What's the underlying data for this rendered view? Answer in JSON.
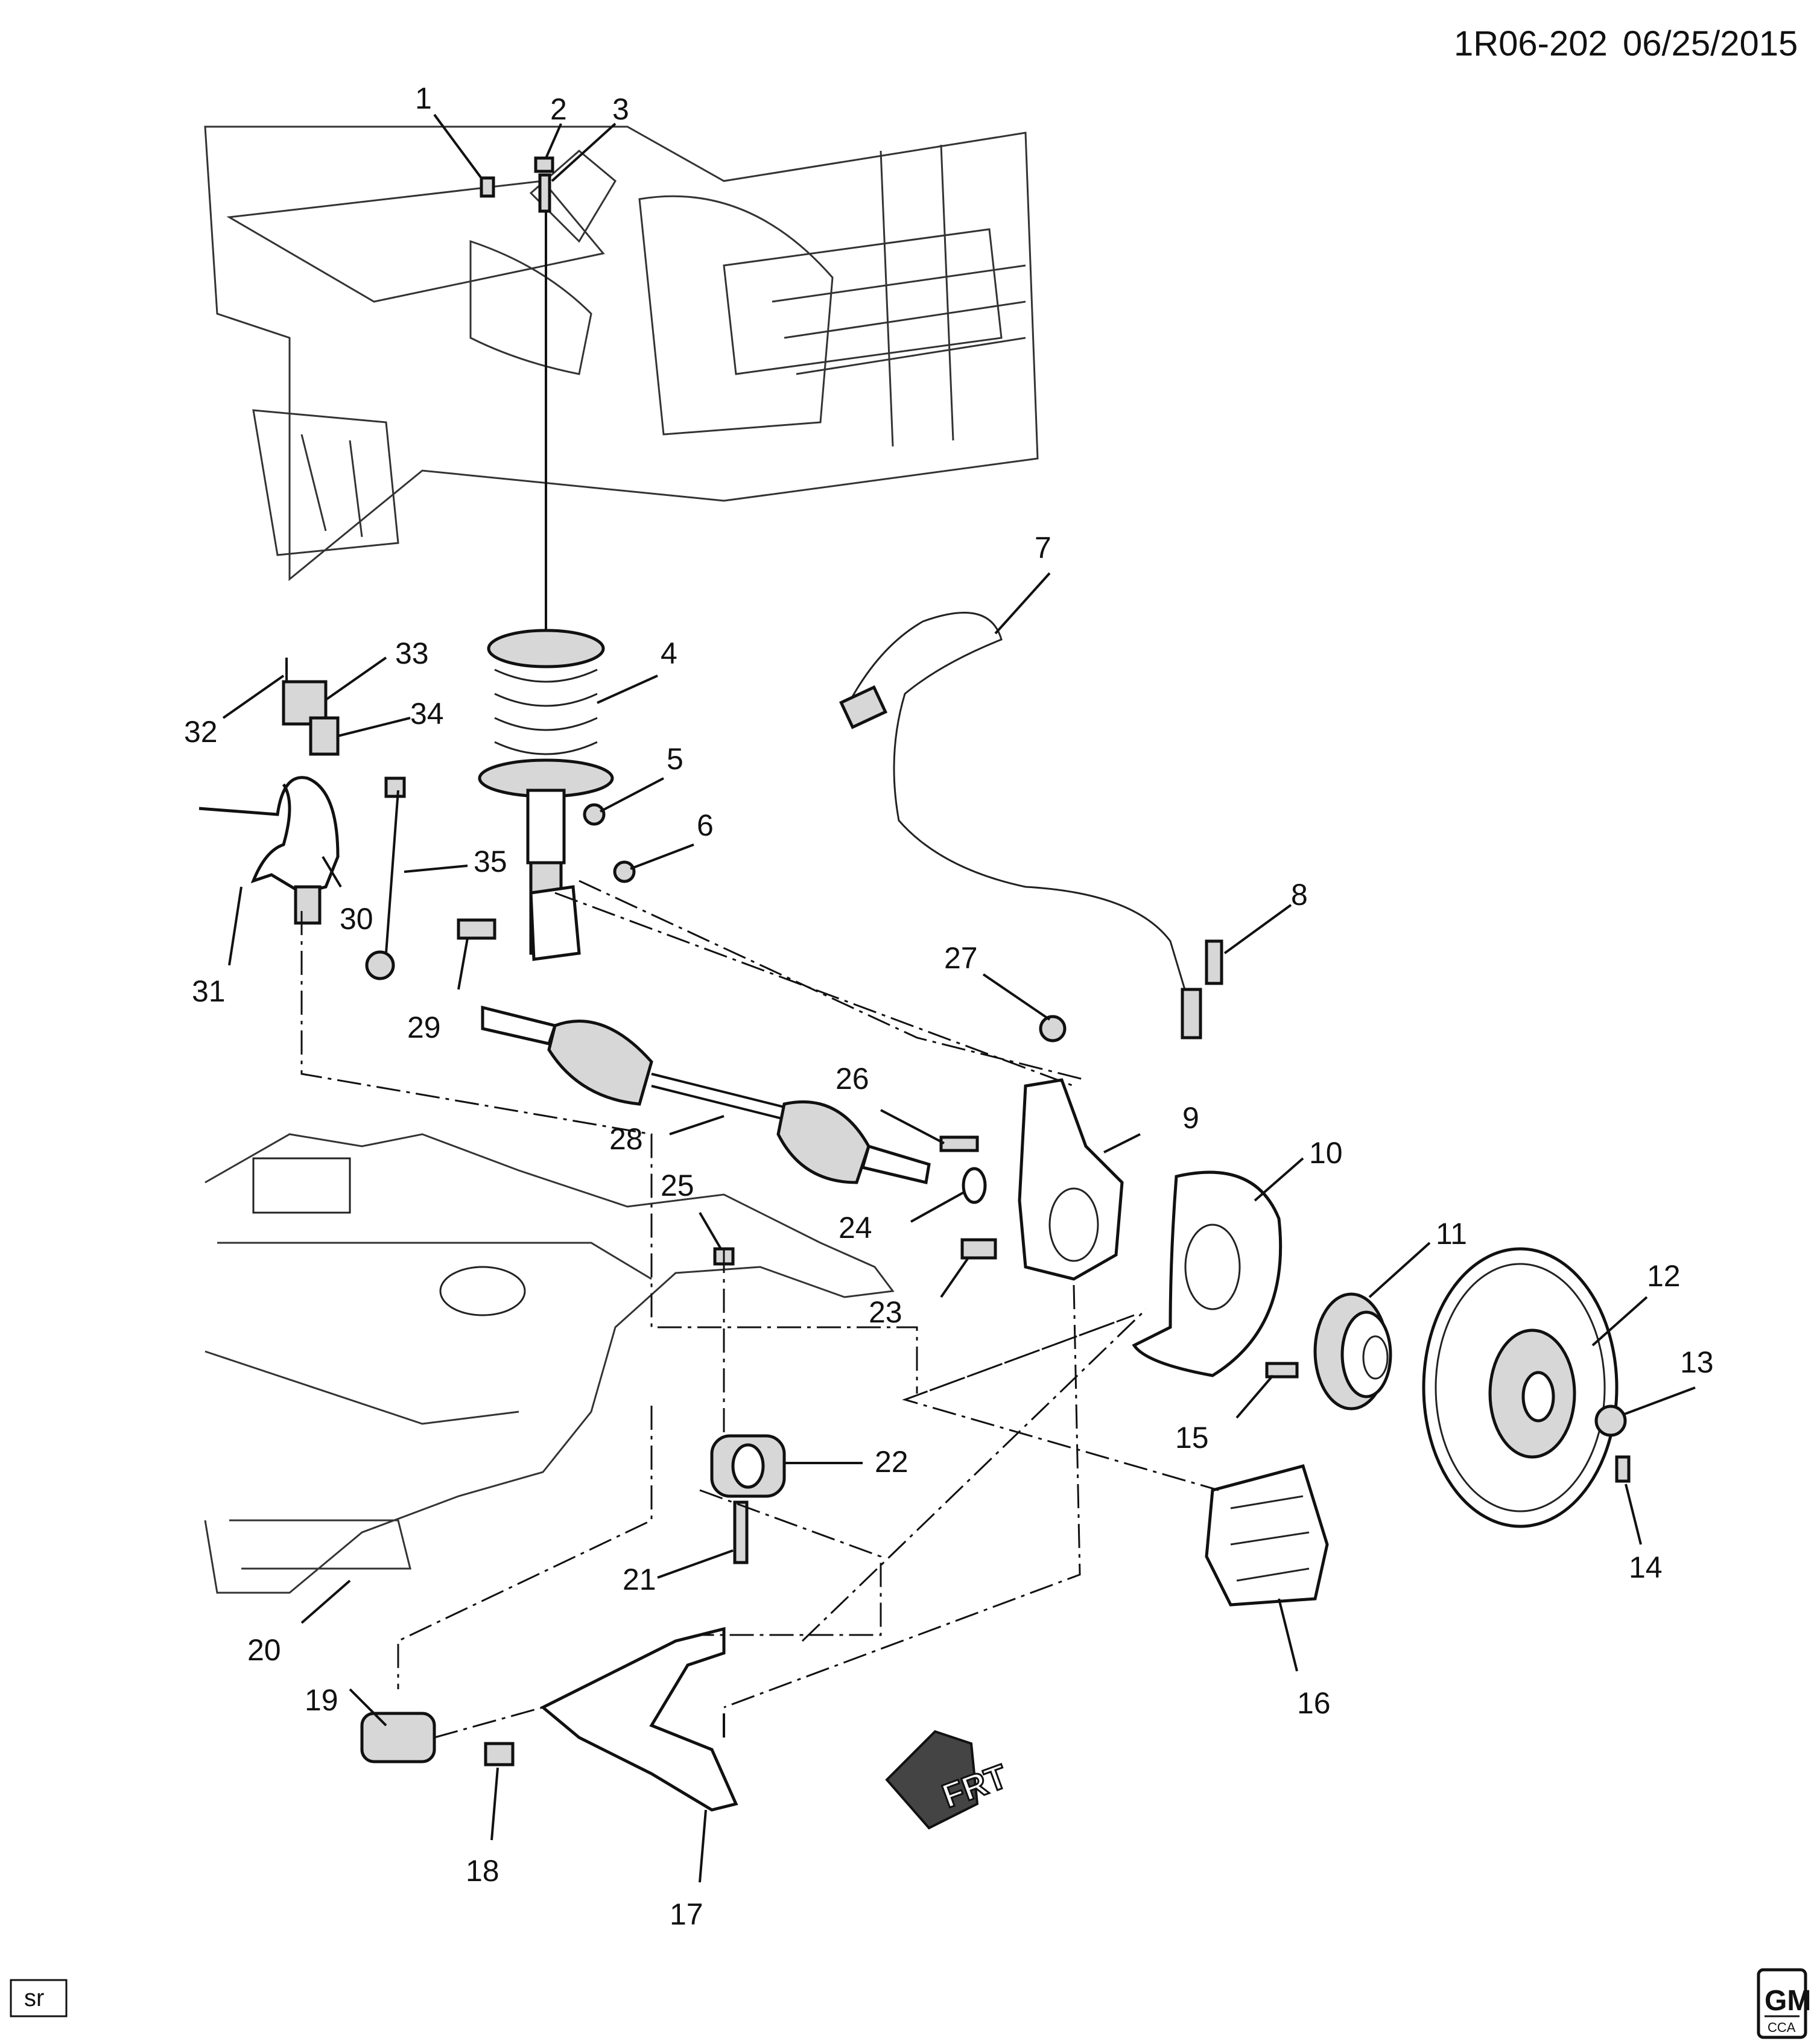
{
  "header": {
    "doc_id": "1R06-202",
    "date": "06/25/2015"
  },
  "footer": {
    "tag": "sr",
    "brand_top": "GM",
    "brand_bottom": "CCA"
  },
  "arrow_label": "FRT",
  "callouts": [
    "1",
    "2",
    "3",
    "4",
    "5",
    "6",
    "7",
    "8",
    "9",
    "10",
    "11",
    "12",
    "13",
    "14",
    "15",
    "16",
    "17",
    "18",
    "19",
    "20",
    "21",
    "22",
    "23",
    "24",
    "25",
    "26",
    "27",
    "28",
    "29",
    "30",
    "31",
    "32",
    "33",
    "34",
    "35"
  ]
}
